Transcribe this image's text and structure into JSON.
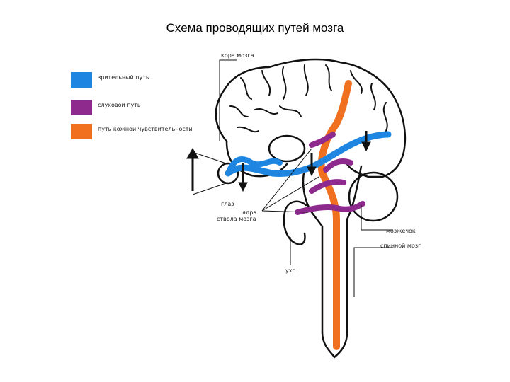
{
  "title": "Схема проводящих путей мозга",
  "legend": [
    {
      "label": "зрительный путь",
      "color": "#1e86e0"
    },
    {
      "label": "слуховой путь",
      "color": "#8e2a8e"
    },
    {
      "label": "путь кожной чувствительности",
      "color": "#f07020"
    }
  ],
  "labels": {
    "cortex": "кора мозга",
    "eye": "глаз",
    "nuclei_line1": "ядра",
    "nuclei_line2": "ствола мозга",
    "cerebellum": "мозжечок",
    "spinal_cord": "спинной мозг",
    "ear": "ухо"
  },
  "colors": {
    "visual": "#1e86e0",
    "auditory": "#8e2a8e",
    "skin": "#f07020",
    "outline": "#111111"
  }
}
